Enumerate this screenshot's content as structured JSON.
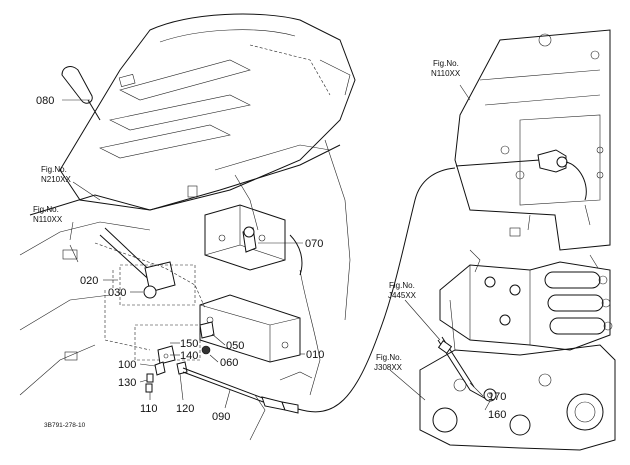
{
  "parts": [
    {
      "id": "080",
      "label": "080"
    },
    {
      "id": "070",
      "label": "070"
    },
    {
      "id": "020",
      "label": "020"
    },
    {
      "id": "030",
      "label": "030"
    },
    {
      "id": "150",
      "label": "150"
    },
    {
      "id": "140",
      "label": "140"
    },
    {
      "id": "050",
      "label": "050"
    },
    {
      "id": "010",
      "label": "010"
    },
    {
      "id": "100",
      "label": "100"
    },
    {
      "id": "060",
      "label": "060"
    },
    {
      "id": "130",
      "label": "130"
    },
    {
      "id": "110",
      "label": "110"
    },
    {
      "id": "120",
      "label": "120"
    },
    {
      "id": "090",
      "label": "090"
    },
    {
      "id": "170",
      "label": "170"
    },
    {
      "id": "160",
      "label": "160"
    }
  ],
  "fig_refs": [
    {
      "id": "n210-left",
      "line1": "Fig.No.",
      "line2": "N210XX"
    },
    {
      "id": "n110-left",
      "line1": "Fig.No.",
      "line2": "N110XX"
    },
    {
      "id": "n110-top",
      "line1": "Fig.No.",
      "line2": "N110XX"
    },
    {
      "id": "j445",
      "line1": "Fig.No.",
      "line2": "J445XX"
    },
    {
      "id": "j308",
      "line1": "Fig.No.",
      "line2": "J308XX"
    }
  ],
  "drawing_code": "3B791-278-10"
}
